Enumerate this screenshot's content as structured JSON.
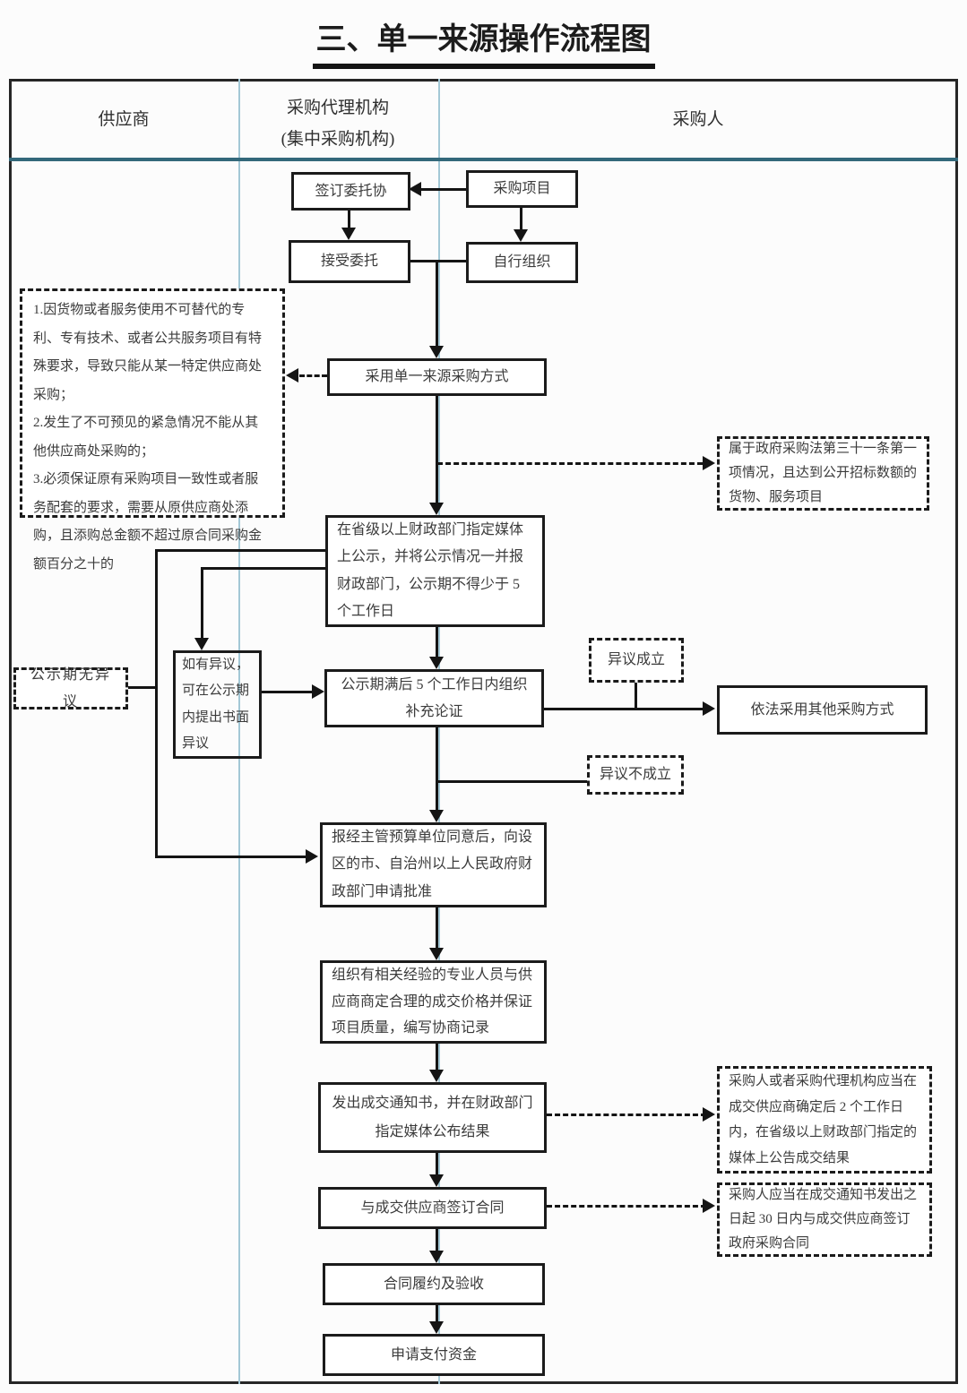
{
  "title": "三、单一来源操作流程图",
  "lanes": {
    "supplier": "供应商",
    "agency_line1": "采购代理机构",
    "agency_line2": "(集中采购机构)",
    "purchaser": "采购人"
  },
  "nodes": {
    "sign_agreement": "签订委托协",
    "project": "采购项目",
    "accept": "接受委托",
    "self_organize": "自行组织",
    "single_source": "采用单一来源采购方式",
    "publicity": "在省级以上财政部门指定媒体上公示，并将公示情况一并报财政部门，公示期不得少于 5 个工作日",
    "objection": "如有异议，可在公示期内提出书面异议",
    "supplement": "公示期满后 5 个工作日内组织补充论证",
    "other_method": "依法采用其他采购方式",
    "approval": "报经主管预算单位同意后，向设区的市、自治州以上人民政府财政部门申请批准",
    "negotiate": "组织有相关经验的专业人员与供应商商定合理的成交价格并保证项目质量，编写协商记录",
    "notice": "发出成交通知书，并在财政部门指定媒体公布结果",
    "sign_contract": "与成交供应商签订合同",
    "fulfill": "合同履约及验收",
    "pay": "申请支付资金"
  },
  "labels": {
    "no_objection": "公示期无异议",
    "objection_valid": "异议成立",
    "objection_invalid": "异议不成立"
  },
  "notes": {
    "conditions": [
      "1.因货物或者服务使用不可替代的专利、专有技术、或者公共服务项目有特殊要求，导致只能从某一特定供应商处采购；",
      "2.发生了不可预见的紧急情况不能从其他供应商处采购的；",
      "3.必须保证原有采购项目一致性或者服务配套的要求，需要从原供应商处添购，且添购总金额不超过原合同采购金额百分之十的"
    ],
    "law31": "属于政府采购法第三十一条第一项情况，且达到公开招标数额的货物、服务项目",
    "announce": "采购人或者采购代理机构应当在成交供应商确定后 2 个工作日内，在省级以上财政部门指定的媒体上公告成交结果",
    "sign30": "采购人应当在成交通知书发出之日起 30 日内与成交供应商签订政府采购合同"
  },
  "colors": {
    "divider_blue": "#a3c8d6",
    "lane_separator": "#33687a",
    "ink": "#141414"
  }
}
